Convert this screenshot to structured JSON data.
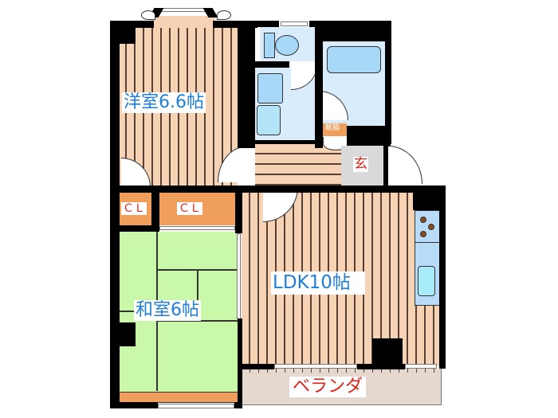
{
  "floorplan": {
    "rooms": {
      "western_room": {
        "label": "洋室6.6帖",
        "type": "western",
        "size_jo": 6.6
      },
      "japanese_room": {
        "label": "和室6帖",
        "type": "japanese",
        "size_jo": 6
      },
      "ldk": {
        "label": "LDK10帖",
        "type": "ldk",
        "size_jo": 10
      },
      "closet_1": {
        "label": "ＣＬ"
      },
      "closet_2": {
        "label": "ＣＬ"
      },
      "entrance": {
        "label": "玄"
      },
      "shoe_box": {
        "label": "靴箱"
      },
      "veranda": {
        "label": "ベランダ"
      }
    },
    "colors": {
      "wood_floor": "#f5d3b4",
      "wood_line": "#5a4032",
      "tatami": "#c9f8a8",
      "closet": "#ef9f5b",
      "wet_area": "#d8ecfb",
      "fixture": "#a8d8f8",
      "entrance": "#d9d9d9",
      "veranda": "#e5d8ce",
      "label_blue": "#1e7ed8",
      "label_red": "#e0241c",
      "wall": "#000000"
    }
  }
}
